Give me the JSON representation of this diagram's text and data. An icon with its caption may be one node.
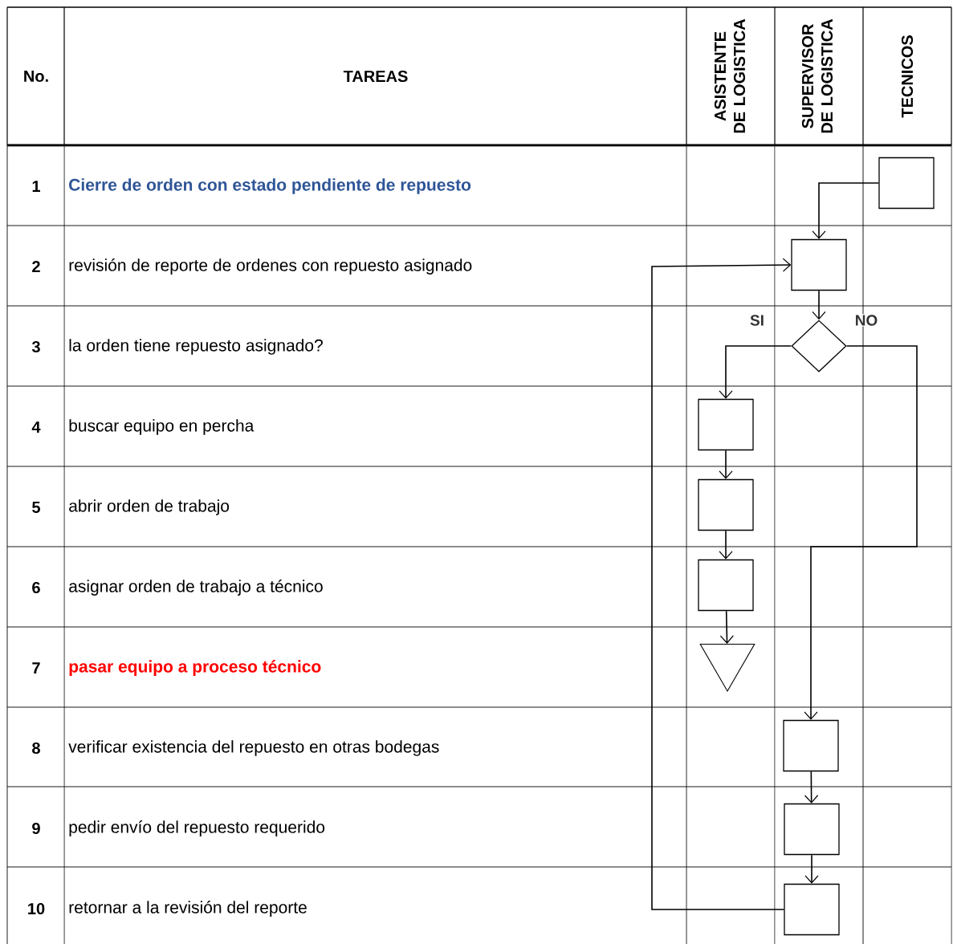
{
  "diagram": {
    "nodes": [
      {
        "text": [],
        "shape": "box"
      },
      {
        "text": [],
        "shape": "box"
      },
      {
        "text": [],
        "shape": "diamond"
      },
      {
        "text": [],
        "shape": "box"
      },
      {
        "text": [],
        "shape": "box"
      },
      {
        "text": [],
        "shape": "box"
      },
      {
        "text": [],
        "shape": "triangle"
      },
      {
        "text": [],
        "shape": "box"
      },
      {
        "text": [],
        "shape": "box"
      },
      {
        "text": [],
        "shape": "box"
      }
    ],
    "edges": [
      {
        "from": 0,
        "to": 1,
        "arrow": "to"
      },
      {
        "from": 9,
        "to": 1,
        "arrow": "to"
      },
      {
        "from": 1,
        "to": 2,
        "arrow": "to"
      },
      {
        "from": 2,
        "to": 3,
        "arrow": "to",
        "label": "SI"
      },
      {
        "from": 2,
        "to": 7,
        "arrow": "to",
        "label": "NO"
      },
      {
        "from": 3,
        "to": 4,
        "arrow": "to"
      },
      {
        "from": 4,
        "to": 5,
        "arrow": "to"
      },
      {
        "from": 5,
        "to": 6,
        "arrow": "to"
      },
      {
        "from": 7,
        "to": 8,
        "arrow": "to"
      },
      {
        "from": 8,
        "to": 9,
        "arrow": "to"
      }
    ],
    "labels": [
      "No.",
      "TAREAS",
      "ASISTENTE DE LOGISTICA",
      "SUPERVISOR DE LOGISTICA",
      "TECNICOS",
      "1",
      "Cierre de orden con estado pendiente de repuesto",
      "2",
      "revisión de reporte de ordenes con repuesto asignado",
      "3",
      "la orden tiene repuesto asignado?",
      "4",
      "buscar equipo en percha",
      "5",
      "abrir orden de trabajo",
      "6",
      "asignar orden de trabajo a técnico",
      "7",
      "pasar equipo a proceso técnico",
      "8",
      "verificar existencia del repuesto en otras bodegas",
      "9",
      "pedir envío del repuesto requerido",
      "10",
      "retornar a la revisión del reporte"
    ]
  }
}
